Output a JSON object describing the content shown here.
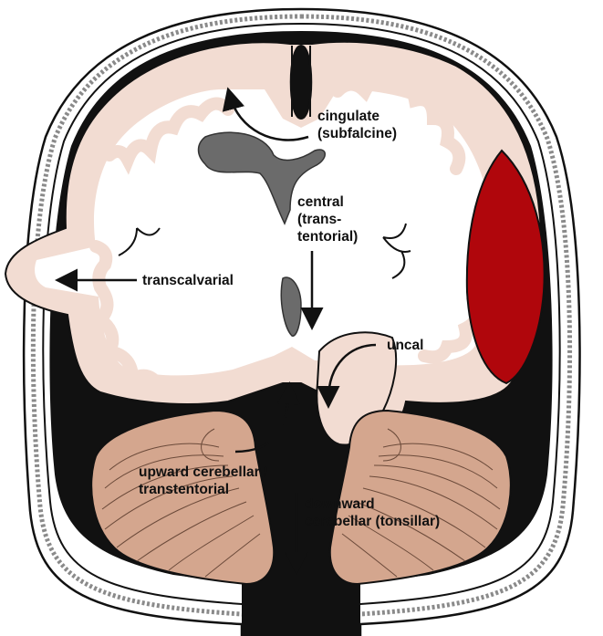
{
  "labels": {
    "cingulate": [
      "cingulate",
      "(subfalcine)"
    ],
    "central": [
      "central",
      "(trans-",
      "tentorial)"
    ],
    "transcalvarial": "transcalvarial",
    "uncal": "uncal",
    "upward": [
      "upward cerebellar /",
      "transtentorial"
    ],
    "downward": [
      "downward",
      "cerebellar (tonsillar)"
    ]
  },
  "colors": {
    "brain_tissue": "#f2dcd2",
    "white_matter": "#ffffff",
    "csf_space": "#111111",
    "ventricle": "#6b6b6b",
    "hematoma": "#b0060c",
    "cerebellum": "#d4a68e",
    "skull_dots": "#888888"
  }
}
